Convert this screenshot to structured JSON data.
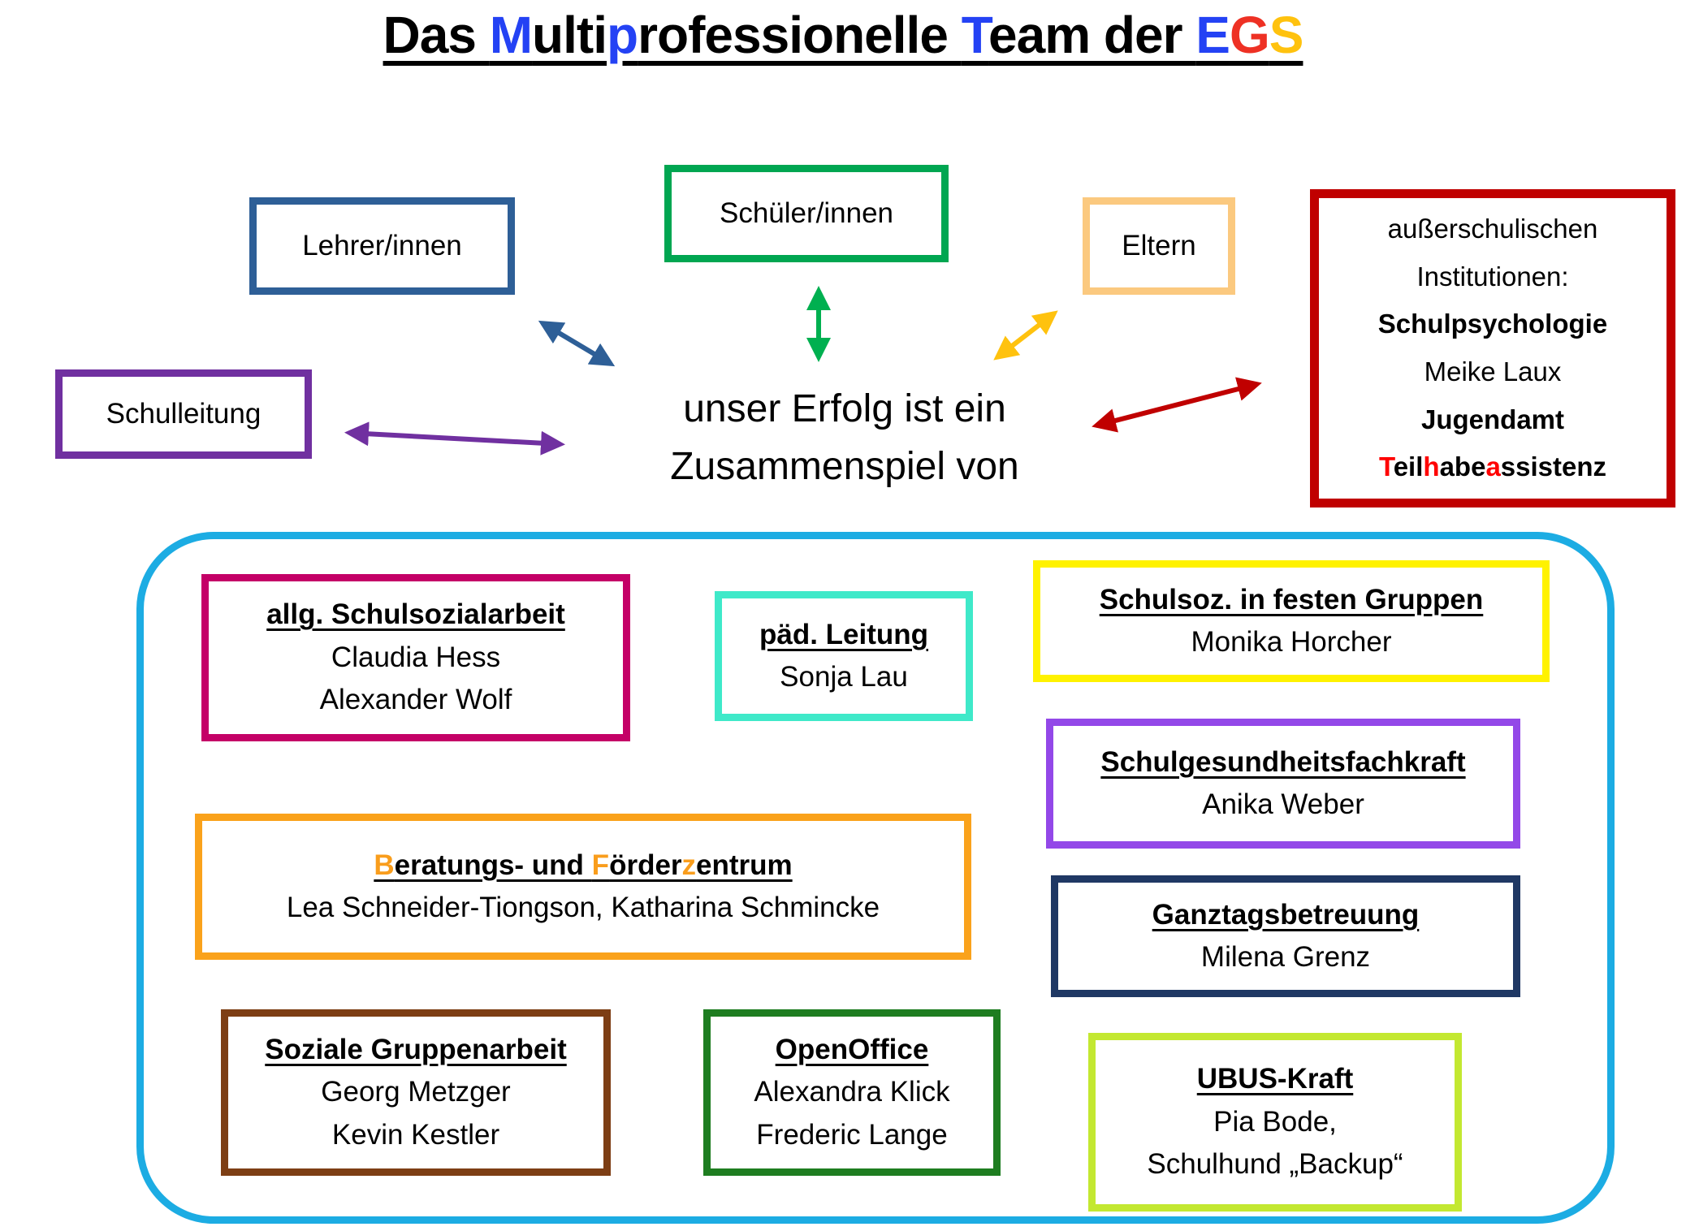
{
  "title": {
    "text": "Das Multiprofessionelle Team der EGS",
    "segments": [
      {
        "t": "Das "
      },
      {
        "t": "M",
        "c": "#2442F4"
      },
      {
        "t": "ulti"
      },
      {
        "t": "p",
        "c": "#2442F4"
      },
      {
        "t": "rofessionelle "
      },
      {
        "t": "T",
        "c": "#2442F4"
      },
      {
        "t": "eam der "
      },
      {
        "t": "E",
        "c": "#2442F4"
      },
      {
        "t": "G",
        "c": "#EE3124"
      },
      {
        "t": "S",
        "c": "#FFC20E"
      }
    ]
  },
  "center": {
    "line1": "unser Erfolg ist ein",
    "line2": "Zusammenspiel von"
  },
  "nodes": {
    "lehrer": {
      "label": "Lehrer/innen",
      "border_color": "#2E5F97"
    },
    "schueler": {
      "label": "Schüler/innen",
      "border_color": "#00A651"
    },
    "eltern": {
      "label": "Eltern",
      "border_color": "#FBC97F"
    },
    "schulleitung": {
      "label": "Schulleitung",
      "border_color": "#7030A0"
    },
    "extern": {
      "border_color": "#C00000",
      "line1": "außerschulischen",
      "line2": "Institutionen:",
      "line3": "Schulpsychologie",
      "line4": "Meike Laux",
      "line5": "Jugendamt",
      "line6_segments": [
        {
          "t": "T",
          "c": "#FF0000"
        },
        {
          "t": "eil"
        },
        {
          "t": "h",
          "c": "#FF0000"
        },
        {
          "t": "abe"
        },
        {
          "t": "a",
          "c": "#FF0000"
        },
        {
          "t": "ssistenz"
        }
      ]
    }
  },
  "arrows": [
    {
      "name": "schulleitung-arrow",
      "color": "#7030A0"
    },
    {
      "name": "lehrer-arrow",
      "color": "#2E5F97"
    },
    {
      "name": "schueler-arrow",
      "color": "#00B050"
    },
    {
      "name": "eltern-arrow",
      "color": "#FFC20E"
    },
    {
      "name": "extern-arrow",
      "color": "#C00000"
    }
  ],
  "team_container": {
    "border_color": "#1CACE3"
  },
  "team_boxes": {
    "allg_schulsozialarbeit": {
      "heading": "allg. Schulsozialarbeit",
      "members": [
        "Claudia Hess",
        "Alexander Wolf"
      ],
      "border_color": "#C40067"
    },
    "paed_leitung": {
      "heading": "päd. Leitung",
      "members": [
        "Sonja Lau"
      ],
      "border_color": "#3FE9C9"
    },
    "schulsoz_feste_gruppen": {
      "heading": "Schulsoz. in festen Gruppen",
      "members": [
        "Monika Horcher"
      ],
      "border_color": "#FFF200"
    },
    "schulgesundheitsfachkraft": {
      "heading": "Schulgesundheitsfachkraft",
      "members": [
        "Anika Weber"
      ],
      "border_color": "#9348E8"
    },
    "bfz": {
      "heading_segments": [
        {
          "t": "B",
          "c": "#F99D1C"
        },
        {
          "t": "eratungs- und "
        },
        {
          "t": "F",
          "c": "#F99D1C"
        },
        {
          "t": "örder"
        },
        {
          "t": "z",
          "c": "#F99D1C"
        },
        {
          "t": "entrum"
        }
      ],
      "members": [
        "Lea Schneider-Tiongson, Katharina Schmincke"
      ],
      "border_color": "#FAA21B"
    },
    "ganztagsbetreuung": {
      "heading": "Ganztagsbetreuung",
      "members": [
        "Milena Grenz"
      ],
      "border_color": "#1F3864"
    },
    "soziale_gruppenarbeit": {
      "heading": "Soziale Gruppenarbeit",
      "members": [
        "Georg Metzger",
        "Kevin Kestler"
      ],
      "border_color": "#7D3E14"
    },
    "openoffice": {
      "heading": "OpenOffice",
      "members": [
        "Alexandra Klick",
        "Frederic Lange"
      ],
      "border_color": "#1E7D20"
    },
    "ubus": {
      "heading": "UBUS-Kraft",
      "members": [
        "Pia Bode,",
        "Schulhund „Backup“"
      ],
      "border_color": "#C3E831"
    }
  }
}
